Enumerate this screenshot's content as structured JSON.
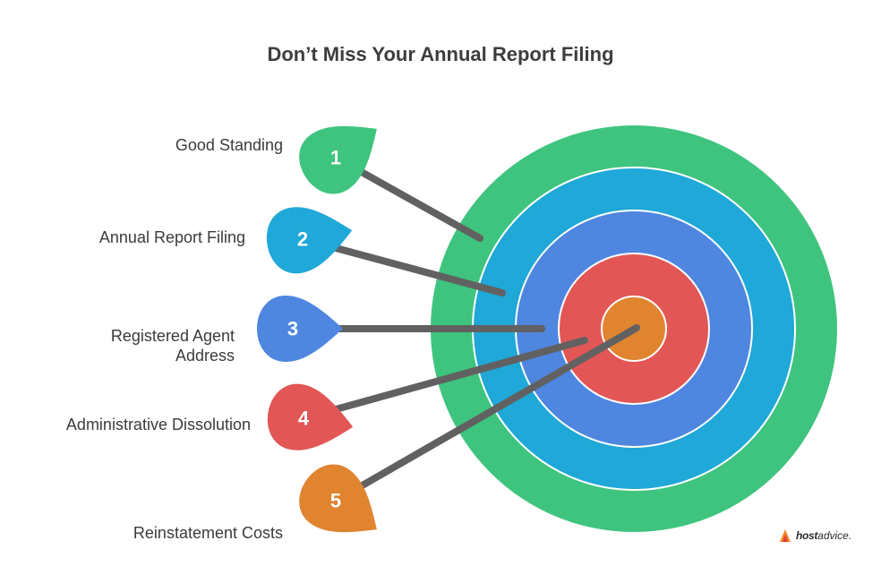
{
  "title": "Don’t Miss Your Annual Report Filing",
  "colors": {
    "ring_outer": "#3ec47e",
    "ring_2": "#1fa8d8",
    "ring_3": "#4e86e0",
    "ring_4": "#e25656",
    "bullseye": "#e08430",
    "dart_shaft": "#616161"
  },
  "darts": [
    {
      "number": "1",
      "label": "Good Standing",
      "color": "#3ec47e"
    },
    {
      "number": "2",
      "label": "Annual Report Filing",
      "color": "#1fa8d8"
    },
    {
      "number": "3",
      "label": "Registered Agent Address",
      "color": "#4e86e0"
    },
    {
      "number": "4",
      "label": "Administrative Dissolution",
      "color": "#e25656"
    },
    {
      "number": "5",
      "label": "Reinstatement Costs",
      "color": "#e08430"
    }
  ],
  "logo": {
    "brand_bold": "host",
    "brand_light": "advice.",
    "icon": "hostadvice-logo-icon"
  }
}
